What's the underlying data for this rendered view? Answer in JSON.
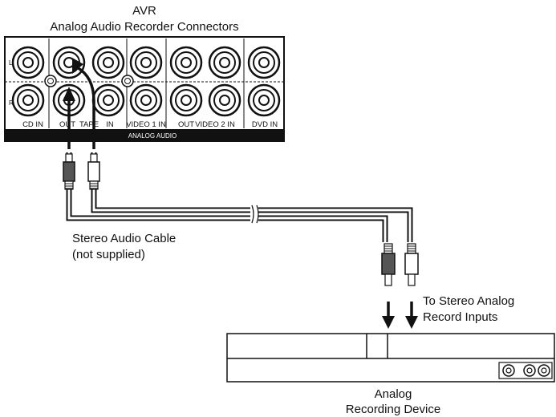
{
  "title": {
    "line1": "AVR",
    "line2": "Analog Audio Recorder Connectors"
  },
  "panel": {
    "channel_left": "L",
    "channel_right": "R",
    "footer": "ANALOG AUDIO",
    "jack_labels": {
      "cd_in": "CD IN",
      "out1": "OUT",
      "tape": "TAPE",
      "in": "IN",
      "video1_in": "VIDEO 1 IN",
      "out2": "OUT",
      "video2_in": "VIDEO 2 IN",
      "dvd_in": "DVD IN"
    }
  },
  "cable_label": {
    "line1": "Stereo Audio Cable",
    "line2": "(not supplied)"
  },
  "inputs_label": {
    "line1": "To Stereo Analog",
    "line2": "Record Inputs"
  },
  "device_label": {
    "line1": "Analog",
    "line2": "Recording Device"
  },
  "colors": {
    "ink": "#111111",
    "plug_dark": "#555555",
    "background": "#ffffff"
  }
}
